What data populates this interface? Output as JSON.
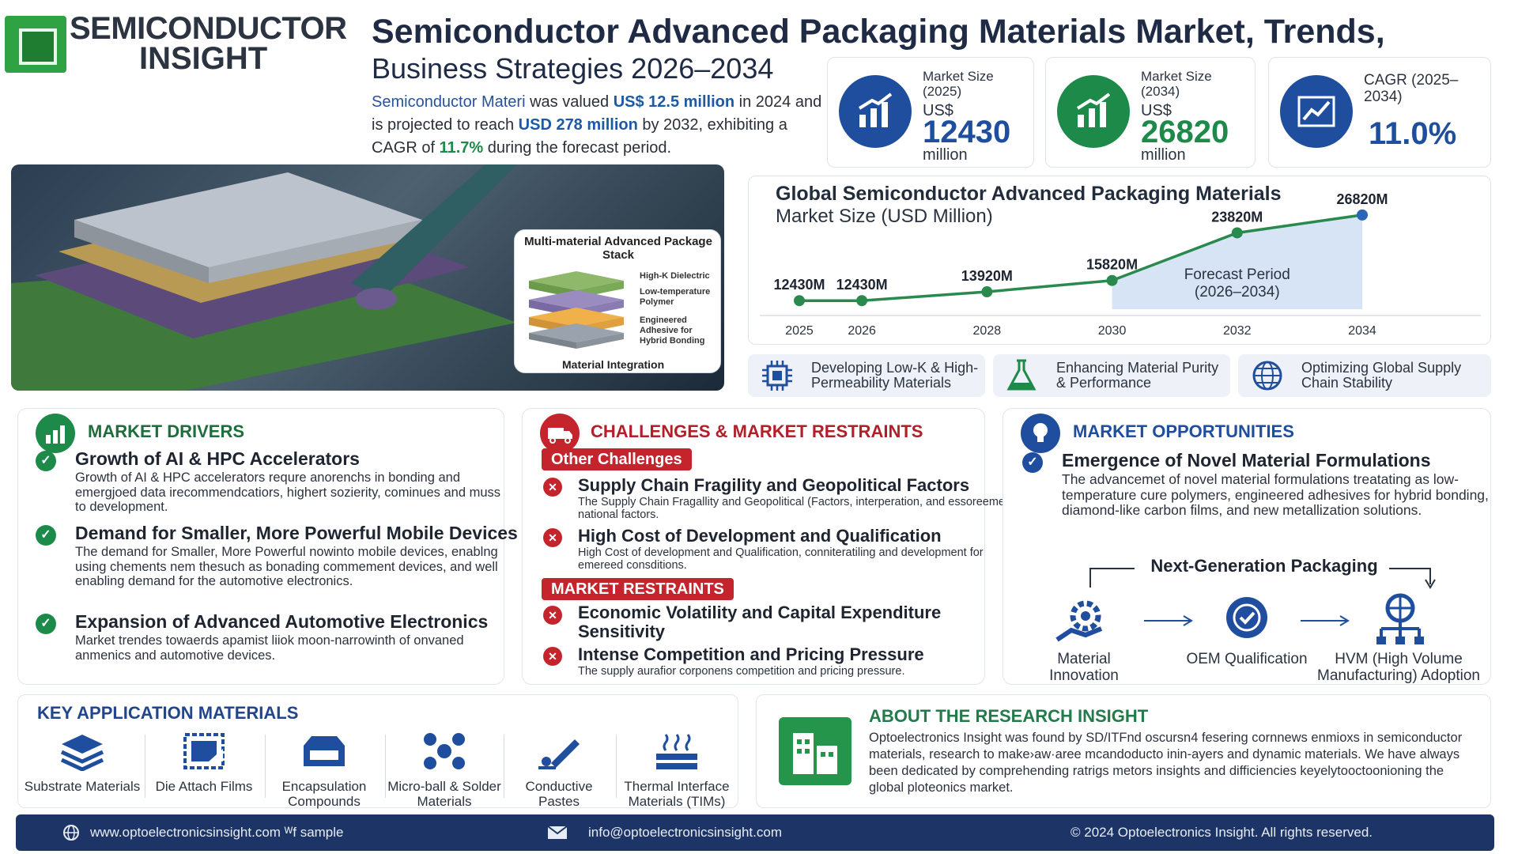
{
  "brand": {
    "line1": "SEMICONDUCTOR",
    "line2": "INSIGHT"
  },
  "header": {
    "title": "Semiconductor Advanced Packaging Materials Market, Trends,",
    "subtitle": "Business Strategies 2026–2034",
    "intro": {
      "p1": "Semiconductor Materi",
      "p2": " was valued ",
      "p3": "US$ 12.5 million",
      "p4": " in 2024 and is projected to reach ",
      "p5": "USD 278 million",
      "p6": " by 2032, exhibiting a CAGR of ",
      "p7": "11.7%",
      "p8": " during the forecast period."
    }
  },
  "kpis": [
    {
      "label": "Market Size (2025)",
      "currency": "US$",
      "value": "12430",
      "unit": "million",
      "icon": "bar-growth-icon",
      "color": "#1f4e9e"
    },
    {
      "label": "Market Size (2034)",
      "currency": "US$",
      "value": "26820",
      "unit": "million",
      "icon": "bar-growth-icon",
      "color": "#1d8a49"
    },
    {
      "label": "CAGR (2025–2034)",
      "currency": "",
      "value": "11.0%",
      "unit": "",
      "icon": "trend-line-icon",
      "color": "#1f4e9e"
    }
  ],
  "stack": {
    "title": "Multi-material Advanced Package Stack",
    "layers": [
      "High-K Dielectric",
      "Low-temperature Polymer",
      "Engineered Adhesive for Hybrid Bonding"
    ],
    "bottom": "Material Integration"
  },
  "chart_data": {
    "type": "line",
    "title": "Global Semiconductor Advanced Packaging Materials",
    "subtitle": "Market Size (USD Million)",
    "x": [
      2025,
      2026,
      2028,
      2030,
      2032,
      2034
    ],
    "values": [
      12430,
      12430,
      13920,
      15820,
      23820,
      26820
    ],
    "data_labels": [
      "12430M",
      "12430M",
      "13920M",
      "15820M",
      "23820M",
      "26820M"
    ],
    "forecast_label": "Forecast Period",
    "forecast_range": "(2026–2034)",
    "forecast_start": 2030,
    "forecast_end": 2034,
    "grid": false,
    "line_color": "#2a8a4e"
  },
  "features": [
    {
      "label": "Developing Low-K & High-Permeability Materials",
      "icon": "chip-icon"
    },
    {
      "label": "Enhancing Material Purity & Performance",
      "icon": "flask-icon"
    },
    {
      "label": "Optimizing Global Supply Chain Stability",
      "icon": "globe-network-icon"
    }
  ],
  "drivers": {
    "title": "MARKET DRIVERS",
    "items": [
      {
        "head": "Growth of AI & HPC Accelerators",
        "body": "Growth of AI & HPC accelerators requre anorenchs in bonding and emergjoed data irecommendcatiors, highert sozierity, cominues and muss to development."
      },
      {
        "head": "Demand for Smaller, More Powerful Mobile Devices",
        "body": "The demand for Smaller, More Powerful nowinto mobile devices, enablng using chements nem thesuch as bonading commement devices, and well enabling demand for the automotive electronics."
      },
      {
        "head": "Expansion of Advanced Automotive Electronics",
        "body": "Market trendes towaerds apamist liiok moon-narrowinth of onvaned anmenics and automotive devices."
      }
    ]
  },
  "challenges": {
    "title": "CHALLENGES & MARKET RESTRAINTS",
    "tag1": "Other Challenges",
    "tag2": "MARKET RESTRAINTS",
    "other": [
      {
        "head": "Supply Chain Fragility and Geopolitical Factors",
        "body": "The Supply Chain Fragallity and Geopolitical (Factors, interperation, and essoreement-national factors."
      },
      {
        "head": "High Cost of Development and Qualification",
        "body": "High Cost of development and Qualification, conniteratiling and development for emereed consditions."
      }
    ],
    "restraints": [
      {
        "head": "Economic Volatility and Capital Expenditure Sensitivity",
        "body": ""
      },
      {
        "head": "Intense Competition and Pricing Pressure",
        "body": "The supply aurafior corponens competition and pricing pressure."
      }
    ]
  },
  "opportunities": {
    "title": "MARKET OPPORTUNITIES",
    "item": {
      "head": "Emergence of Novel Material Formulations",
      "body": "The advancemet of novel material formulations treatating as low-temperature cure polymers, engineered adhesives for hybrid bonding, diamond-like carbon films, and new metallization solutions."
    },
    "flow_title": "Next-Generation Packaging",
    "flow": [
      {
        "label": "Material Innovation",
        "icon": "gear-hand-icon"
      },
      {
        "label": "OEM Qualification",
        "icon": "badge-check-icon"
      },
      {
        "label": "HVM (High Volume Manufacturing) Adoption",
        "icon": "network-icon"
      }
    ]
  },
  "key_materials": {
    "title": "KEY APPLICATION MATERIALS",
    "items": [
      {
        "label": "Substrate Materials",
        "icon": "layers-icon"
      },
      {
        "label": "Die Attach Films",
        "icon": "film-icon"
      },
      {
        "label": "Encapsulation Compounds",
        "icon": "package-icon"
      },
      {
        "label": "Micro-ball & Solder Materials",
        "icon": "balls-icon"
      },
      {
        "label": "Conductive Pastes",
        "icon": "paste-icon"
      },
      {
        "label": "Thermal Interface Materials (TIMs)",
        "icon": "heat-icon"
      }
    ]
  },
  "about": {
    "title": "ABOUT THE RESEARCH INSIGHT",
    "body": "Optoelectronics Insight was found by SD/ITFnd oscursn4 fesering cornnews enmioxs in semiconductor materials, research to make›aw·aree mcandoducto inin-ayers and dynamic materials. We have always been dedicated by comprehending ratrigs metors insights and difficiencies keyelytooctoonioning the global ploteonics market."
  },
  "footer": {
    "website": "www.optoelectronicsinsight.com ᵂf sample",
    "email": "info@optoelectronicsinsight.com",
    "copyright": "© 2024 Optoelectronics Insight. All rights reserved."
  },
  "colors": {
    "navy": "#1c3566",
    "green": "#1d8a49",
    "red": "#c4252d",
    "blue": "#1f4e9e"
  }
}
